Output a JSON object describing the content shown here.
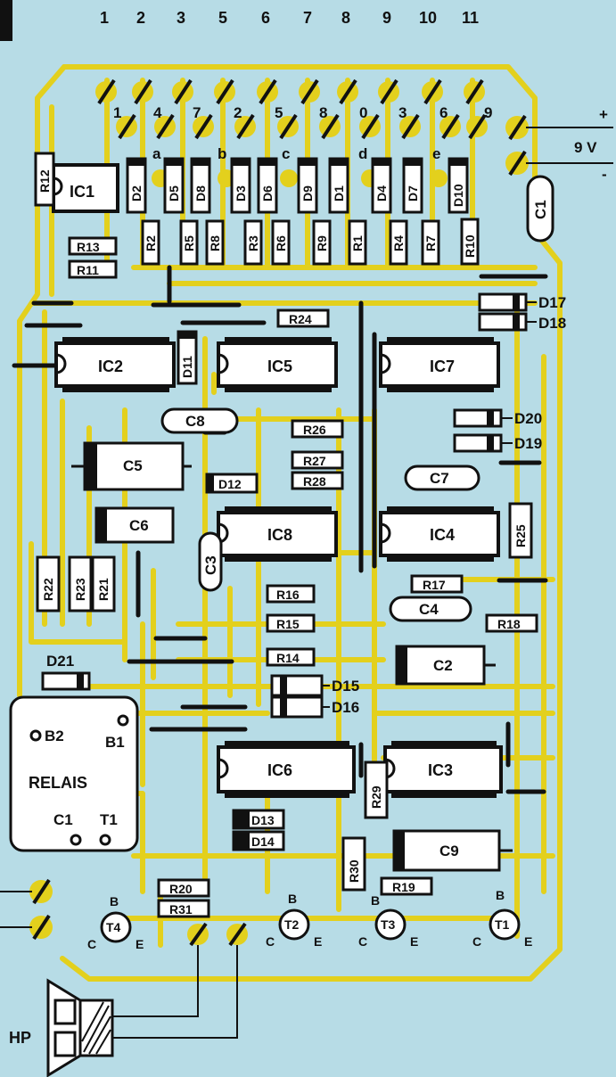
{
  "top_pins": [
    "1",
    "2",
    "3",
    "5",
    "6",
    "7",
    "8",
    "9",
    "10",
    "11"
  ],
  "second_pins": [
    "1",
    "4",
    "7",
    "2",
    "5",
    "8",
    "0",
    "3",
    "6",
    "9"
  ],
  "letters": [
    "a",
    "b",
    "c",
    "d",
    "e"
  ],
  "power": {
    "voltage": "9 V",
    "plus": "+",
    "minus": "-"
  },
  "chips": {
    "ic1": "IC1",
    "ic2": "IC2",
    "ic3": "IC3",
    "ic4": "IC4",
    "ic5": "IC5",
    "ic6": "IC6",
    "ic7": "IC7",
    "ic8": "IC8"
  },
  "resistors": {
    "r1": "R1",
    "r2": "R2",
    "r3": "R3",
    "r4": "R4",
    "r5": "R5",
    "r6": "R6",
    "r7": "R7",
    "r8": "R8",
    "r9": "R9",
    "r10": "R10",
    "r11": "R11",
    "r12": "R12",
    "r13": "R13",
    "r14": "R14",
    "r15": "R15",
    "r16": "R16",
    "r17": "R17",
    "r18": "R18",
    "r19": "R19",
    "r20": "R20",
    "r21": "R21",
    "r22": "R22",
    "r23": "R23",
    "r24": "R24",
    "r25": "R25",
    "r26": "R26",
    "r27": "R27",
    "r28": "R28",
    "r29": "R29",
    "r30": "R30",
    "r31": "R31"
  },
  "diodes": {
    "d1": "D1",
    "d2": "D2",
    "d3": "D3",
    "d4": "D4",
    "d5": "D5",
    "d6": "D6",
    "d7": "D7",
    "d8": "D8",
    "d9": "D9",
    "d10": "D10",
    "d11": "D11",
    "d12": "D12",
    "d13": "D13",
    "d14": "D14",
    "d15": "D15",
    "d16": "D16",
    "d17": "D17",
    "d18": "D18",
    "d19": "D19",
    "d20": "D20",
    "d21": "D21"
  },
  "capacitors": {
    "c1": "C1",
    "c2": "C2",
    "c3": "C3",
    "c4": "C4",
    "c5": "C5",
    "c6": "C6",
    "c7": "C7",
    "c8": "C8",
    "c9": "C9"
  },
  "relay": {
    "title": "RELAIS",
    "b1": "B1",
    "b2": "B2",
    "c1": "C1",
    "t1": "T1"
  },
  "transistors": {
    "t1": "T1",
    "t2": "T2",
    "t3": "T3",
    "t4": "T4",
    "b": "B",
    "c": "C",
    "e": "E"
  },
  "speaker": "HP",
  "colors": {
    "background": "#b7dce6",
    "trace": "#e3d01d",
    "component": "#111111",
    "body": "#ffffff"
  }
}
